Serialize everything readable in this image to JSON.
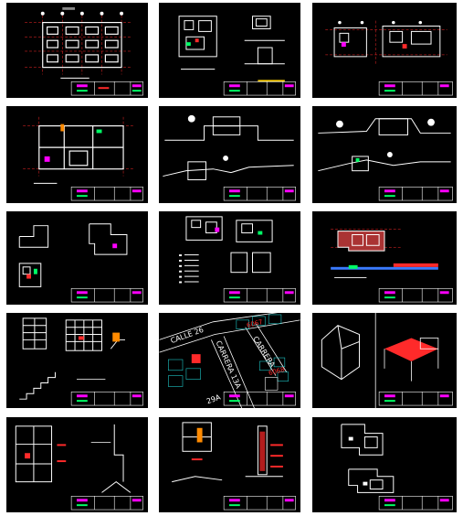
{
  "colors": {
    "background": "#000000",
    "frame": "#ffffff",
    "axis_red": "#ff2a2a",
    "axis_magenta": "#ff00ff",
    "wall": "#ffffff",
    "accent_green": "#00ff66",
    "accent_blue": "#3a7bff",
    "accent_cyan": "#1ec8c8",
    "accent_yellow": "#ffd200"
  },
  "map_sheet": {
    "street_calle": "CALLE 26",
    "street_carrera_a": "CARRERA 13A",
    "street_carrera_b": "CARRERA",
    "street_number": "29A",
    "lot_label_a": "6067",
    "lot_label_b": "6068"
  },
  "sheets": [
    {
      "id": "plan-grid-floor"
    },
    {
      "id": "plan-foundation-detail"
    },
    {
      "id": "plan-roof-axes"
    },
    {
      "id": "plan-main-floor"
    },
    {
      "id": "section-longitudinal"
    },
    {
      "id": "section-transversal"
    },
    {
      "id": "plan-housing-units"
    },
    {
      "id": "plan-furniture-legend"
    },
    {
      "id": "plan-hatched-lots"
    },
    {
      "id": "detail-stairs"
    },
    {
      "id": "map-location"
    },
    {
      "id": "isometric-volumes"
    },
    {
      "id": "detail-facade-section"
    },
    {
      "id": "detail-wall-section"
    },
    {
      "id": "plan-small-units"
    }
  ]
}
